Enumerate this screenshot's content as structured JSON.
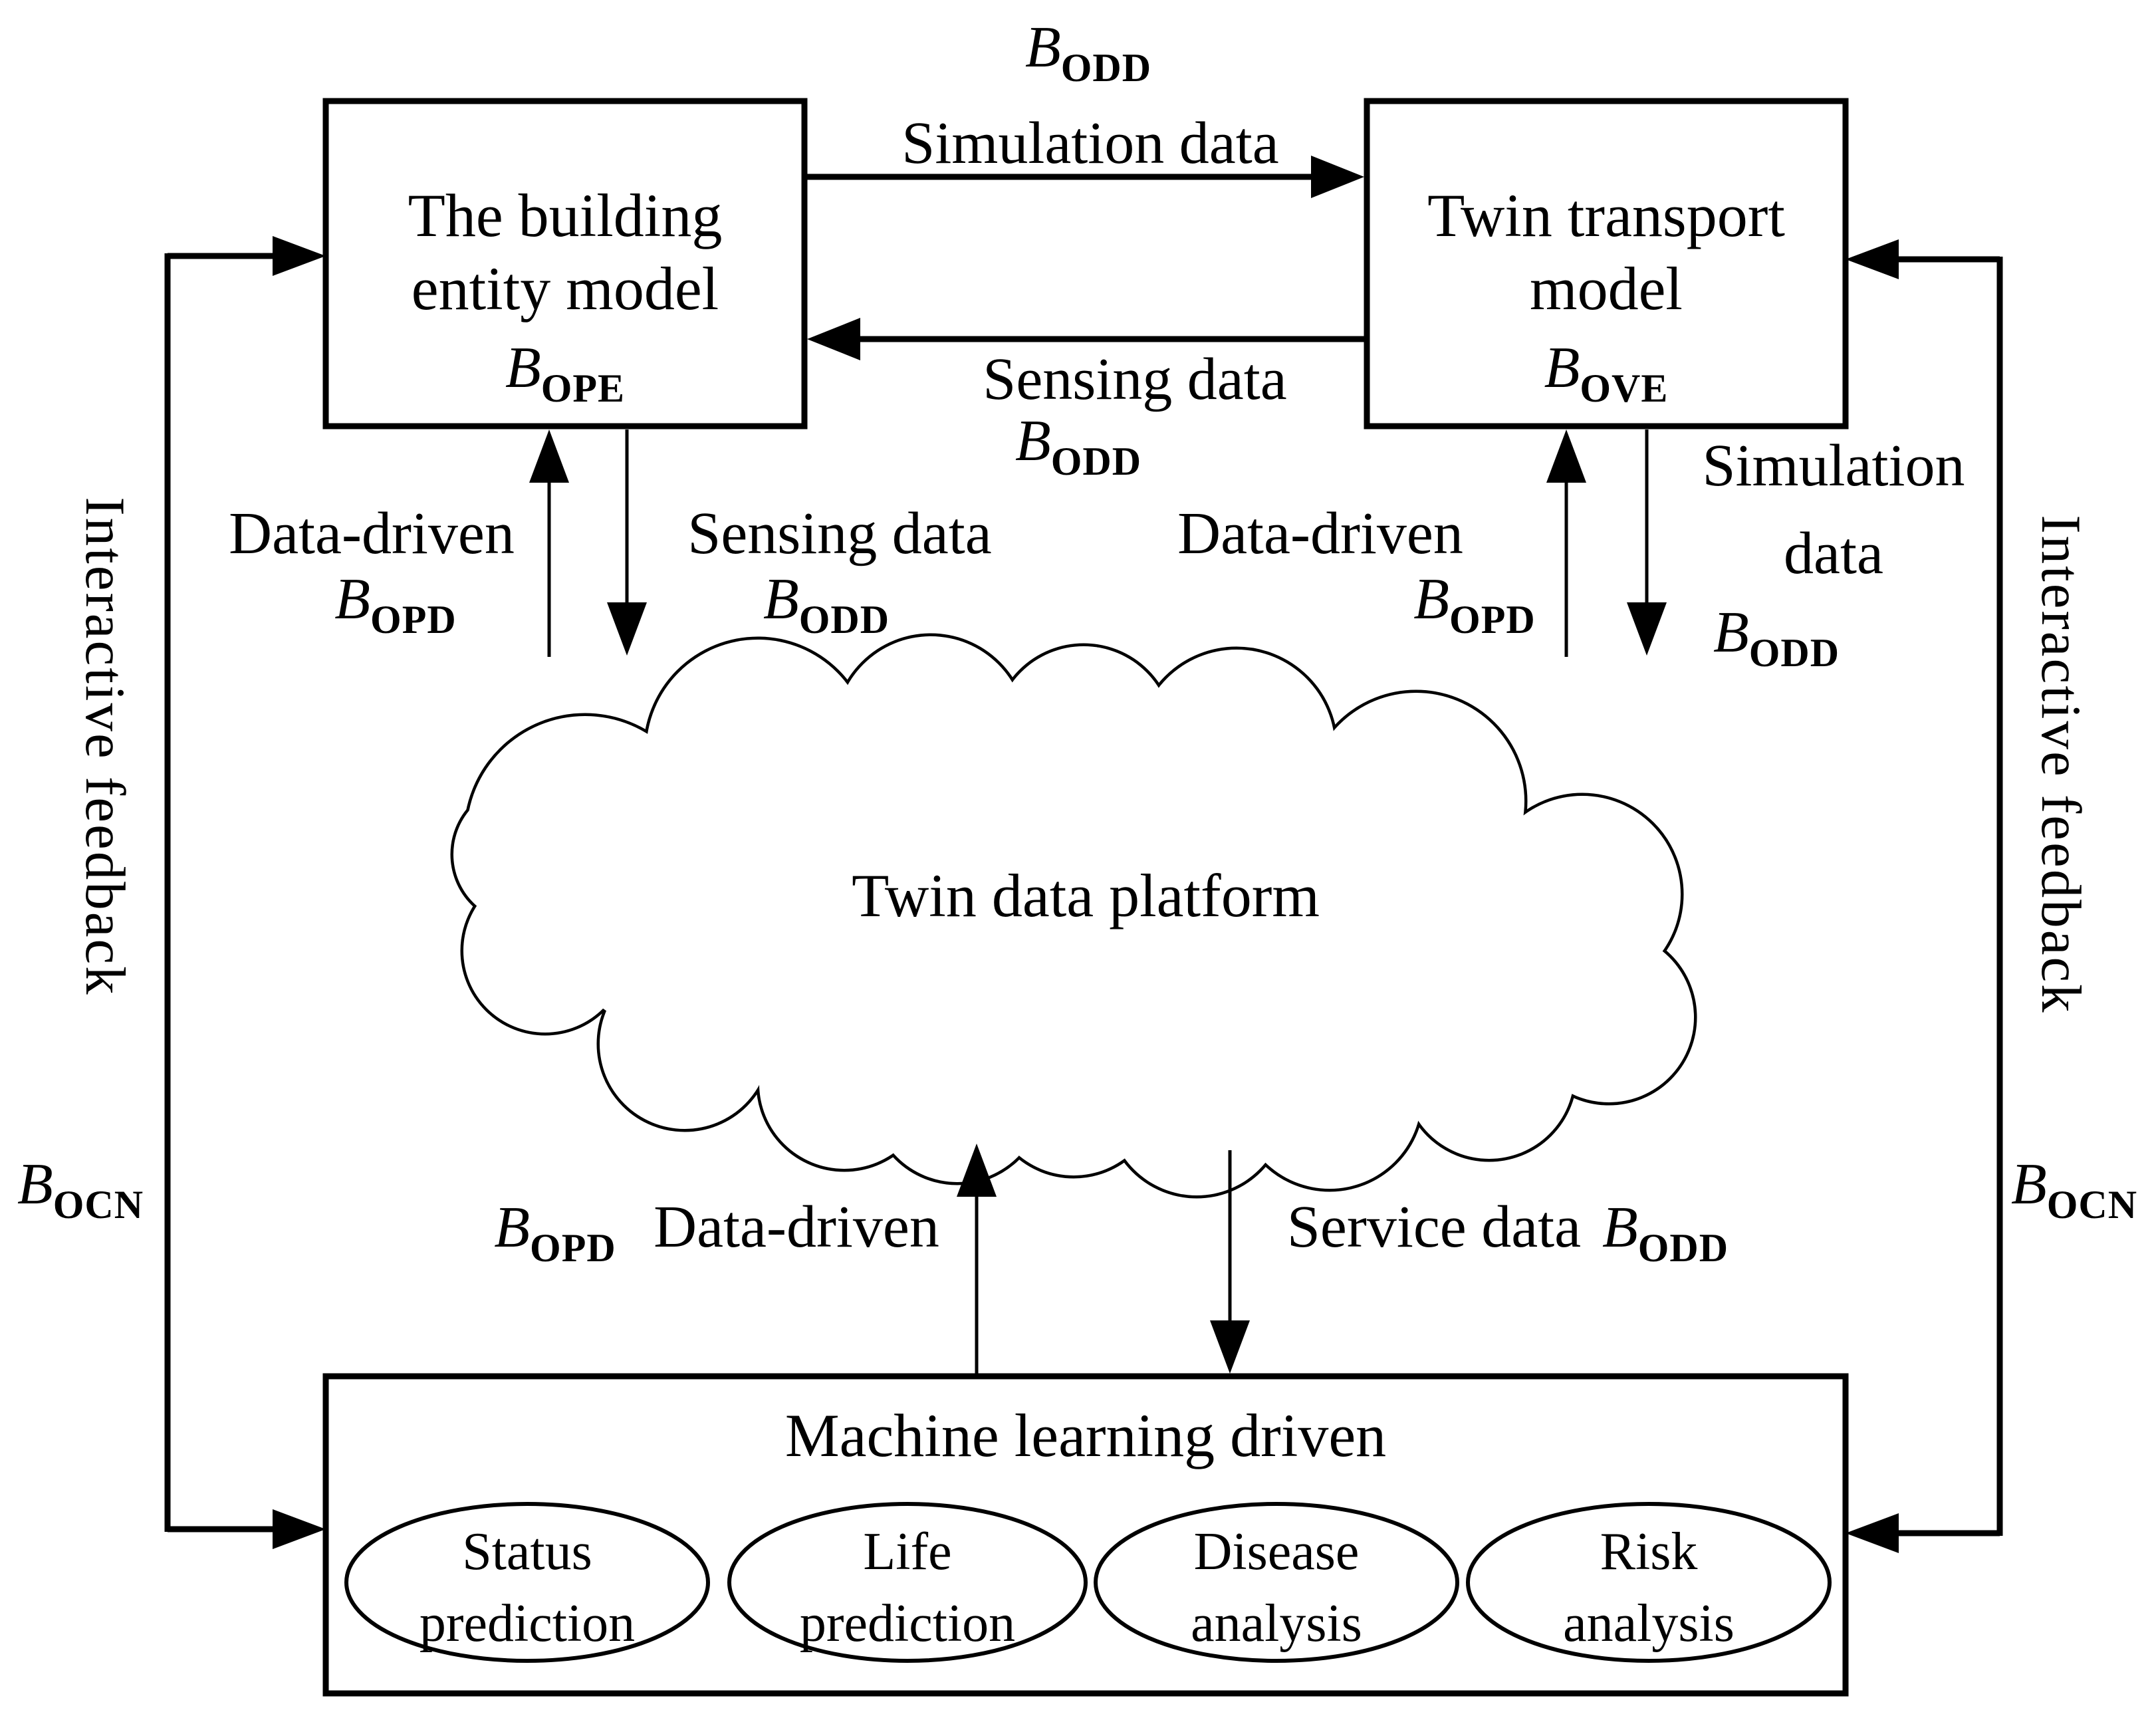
{
  "colors": {
    "ink": "#000000",
    "background": "#ffffff"
  },
  "symbols": {
    "b": "B",
    "odd": "ODD",
    "ope": "OPE",
    "ove": "OVE",
    "opd": "OPD",
    "ocn": "OCN"
  },
  "nodes": {
    "building_box": {
      "line1": "The building",
      "line2": "entity model"
    },
    "transport_box": {
      "line1": "Twin transport",
      "line2": "model"
    },
    "cloud": {
      "label": "Twin data platform"
    },
    "ml_box": {
      "title": "Machine learning driven",
      "ellipses": [
        {
          "line1": "Status",
          "line2": "prediction"
        },
        {
          "line1": "Life",
          "line2": "prediction"
        },
        {
          "line1": "Disease",
          "line2": "analysis"
        },
        {
          "line1": "Risk",
          "line2": "analysis"
        }
      ]
    }
  },
  "edges": {
    "top_forward": {
      "label": "Simulation data"
    },
    "top_back": {
      "label": "Sensing data"
    },
    "building_up": {
      "label": "Data-driven"
    },
    "building_down": {
      "label": "Sensing data"
    },
    "transport_up": {
      "label": "Data-driven"
    },
    "transport_down": {
      "label_line1": "Simulation",
      "label_line2": "data"
    },
    "ml_up": {
      "label": "Data-driven"
    },
    "ml_down": {
      "label": "Service data"
    },
    "feedback_left": {
      "label": "Interactive feedback"
    },
    "feedback_right": {
      "label": "Interactive feedback"
    }
  }
}
